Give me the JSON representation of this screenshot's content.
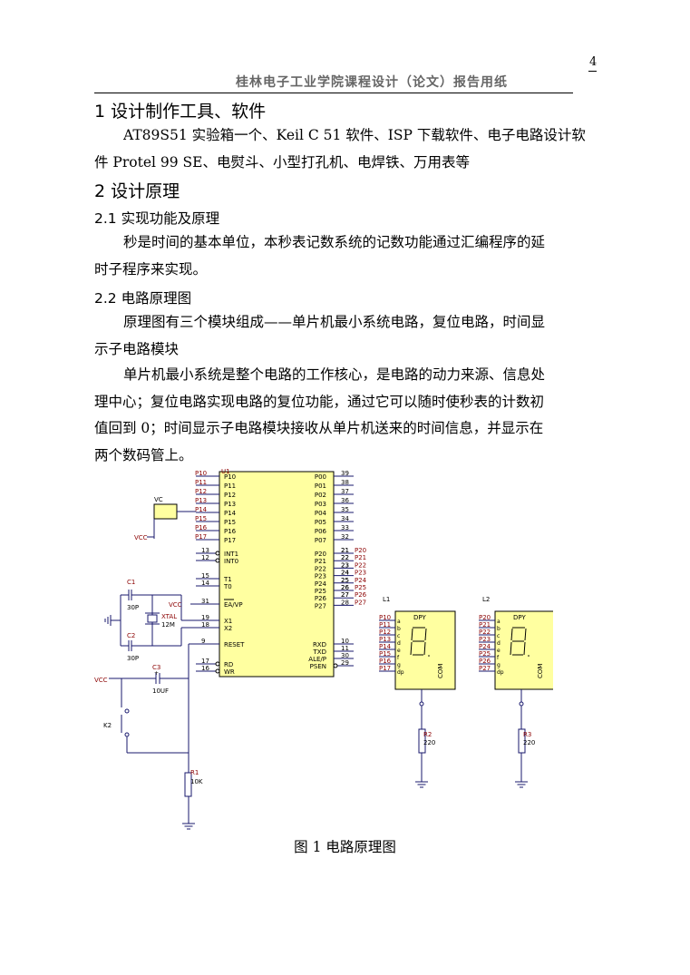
{
  "header": {
    "page_number": "4",
    "title": "桂林电子工业学院课程设计（论文）报告用纸"
  },
  "sections": {
    "s1_heading": "1  设计制作工具、软件",
    "s1_line1": "AT89S51 实验箱一个、Keil C 51 软件、ISP 下载软件、电子电路设计软",
    "s1_line2": "件 Protel 99 SE、电熨斗、小型打孔机、电焊铁、万用表等",
    "s2_heading": "2 设计原理",
    "s21_heading": "2.1  实现功能及原理",
    "s21_line1": "秒是时间的基本单位，本秒表记数系统的记数功能通过汇编程序的延",
    "s21_line2": "时子程序来实现。",
    "s22_heading": "2.2  电路原理图",
    "s22_p1_line1": "原理图有三个模块组成——单片机最小系统电路，复位电路，时间显",
    "s22_p1_line2": "示子电路模块",
    "s22_p2_line1": "单片机最小系统是整个电路的工作核心，是电路的动力来源、信息处",
    "s22_p2_line2": "理中心；复位电路实现电路的复位功能，通过它可以随时使秒表的计数初",
    "s22_p2_line3": "值回到 0；时间显示子电路模块接收从单片机送来的时间信息，并显示在",
    "s22_p2_line4": "两个数码管上。"
  },
  "figure": {
    "caption": "图 1    电路原理图",
    "mcu_ref": "U1",
    "left_port_labels": [
      "P10",
      "P11",
      "P12",
      "P13",
      "P14",
      "P15",
      "P16",
      "P17"
    ],
    "left_pin_names": [
      "P10",
      "P11",
      "P12",
      "P13",
      "P14",
      "P15",
      "P16",
      "P17"
    ],
    "right_pin_names": [
      "P00",
      "P01",
      "P02",
      "P03",
      "P04",
      "P05",
      "P06",
      "P07"
    ],
    "right_pin_nums": [
      "39",
      "38",
      "37",
      "36",
      "35",
      "34",
      "33",
      "32"
    ],
    "p2_pin_names": [
      "P20",
      "P21",
      "P22",
      "P23",
      "P24",
      "P25",
      "P26",
      "P27"
    ],
    "p2_pin_nums": [
      "21",
      "22",
      "23",
      "24",
      "25",
      "26",
      "27",
      "28"
    ],
    "p2_labels": [
      "P20",
      "P21",
      "P22",
      "P23",
      "P24",
      "P25",
      "P26",
      "P27"
    ],
    "int_pins": [
      {
        "num": "13",
        "name": "INT1"
      },
      {
        "num": "12",
        "name": "INT0"
      }
    ],
    "timer_pins": [
      {
        "num": "15",
        "name": "T1"
      },
      {
        "num": "14",
        "name": "T0"
      }
    ],
    "ea_pin": {
      "num": "31",
      "name": "EA/VP"
    },
    "x_pins": [
      {
        "num": "19",
        "name": "X1"
      },
      {
        "num": "18",
        "name": "X2"
      }
    ],
    "reset_pin": {
      "num": "9",
      "name": "RESET"
    },
    "rd_wr": [
      {
        "num": "17",
        "name": "RD"
      },
      {
        "num": "16",
        "name": "WR"
      }
    ],
    "lower_right_pins": [
      {
        "num": "10",
        "name": "RXD"
      },
      {
        "num": "11",
        "name": "TXD"
      },
      {
        "num": "30",
        "name": "ALE/P"
      },
      {
        "num": "29",
        "name": "PSEN"
      }
    ],
    "vc_label": "VC",
    "vcc_label": "VCC",
    "c1": {
      "ref": "C1",
      "value": "30P"
    },
    "c2": {
      "ref": "C2",
      "value": "30P"
    },
    "c3": {
      "ref": "C3",
      "value": "10UF"
    },
    "xtal": {
      "ref": "XTAL",
      "value": "12M"
    },
    "k2": "K2",
    "r1": {
      "ref": "R1",
      "value": "10K"
    },
    "l1": {
      "ref": "L1",
      "title": "DPY",
      "labels": [
        "P10",
        "P11",
        "P12",
        "P13",
        "P14",
        "P15",
        "P16",
        "P17"
      ]
    },
    "l2": {
      "ref": "L2",
      "title": "DPY",
      "labels": [
        "P20",
        "P21",
        "P22",
        "P23",
        "P24",
        "P25",
        "P26",
        "P27"
      ]
    },
    "seg_letters": [
      "a",
      "b",
      "c",
      "d",
      "e",
      "f",
      "g",
      "dp"
    ],
    "com_label": "COM",
    "r2": {
      "ref": "R2",
      "value": "220"
    },
    "r3": {
      "ref": "R3",
      "value": "220"
    },
    "colors": {
      "wire": "#1a1a6e",
      "label": "#8b0000",
      "chip_fill": "#ffffa0",
      "display_fill": "#ffffa0"
    }
  }
}
